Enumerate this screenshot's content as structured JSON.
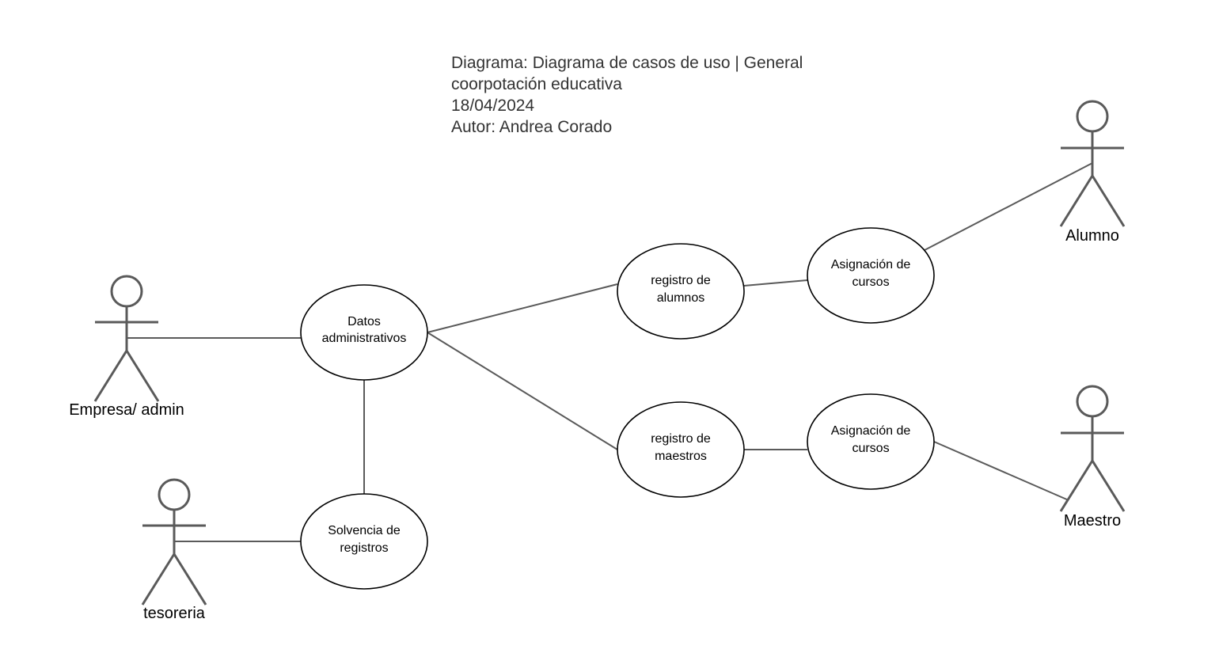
{
  "header": {
    "diagram_line": "Diagrama: Diagrama de casos de uso | General",
    "organization": "coorpotación educativa",
    "date": "18/04/2024",
    "author": "Autor:  Andrea Corado"
  },
  "actors": {
    "admin": {
      "label": "Empresa/ admin"
    },
    "tesoreria": {
      "label": "tesoreria"
    },
    "alumno": {
      "label": "Alumno"
    },
    "maestro": {
      "label": "Maestro"
    }
  },
  "use_cases": {
    "datos_admin": {
      "lines": [
        "Datos",
        "administrativos"
      ]
    },
    "solvencia": {
      "lines": [
        "Solvencia de",
        "registros"
      ]
    },
    "registro_alumnos": {
      "lines": [
        "registro de",
        "alumnos"
      ]
    },
    "registro_maestros": {
      "lines": [
        "registro de",
        "maestros"
      ]
    },
    "asignacion_alumnos": {
      "lines": [
        "Asignación de",
        "cursos"
      ]
    },
    "asignacion_maestros": {
      "lines": [
        "Asignación de",
        "cursos"
      ]
    }
  },
  "colors": {
    "line": "#5a5a5a",
    "ellipse_border": "#000000",
    "header_text": "#333333"
  }
}
